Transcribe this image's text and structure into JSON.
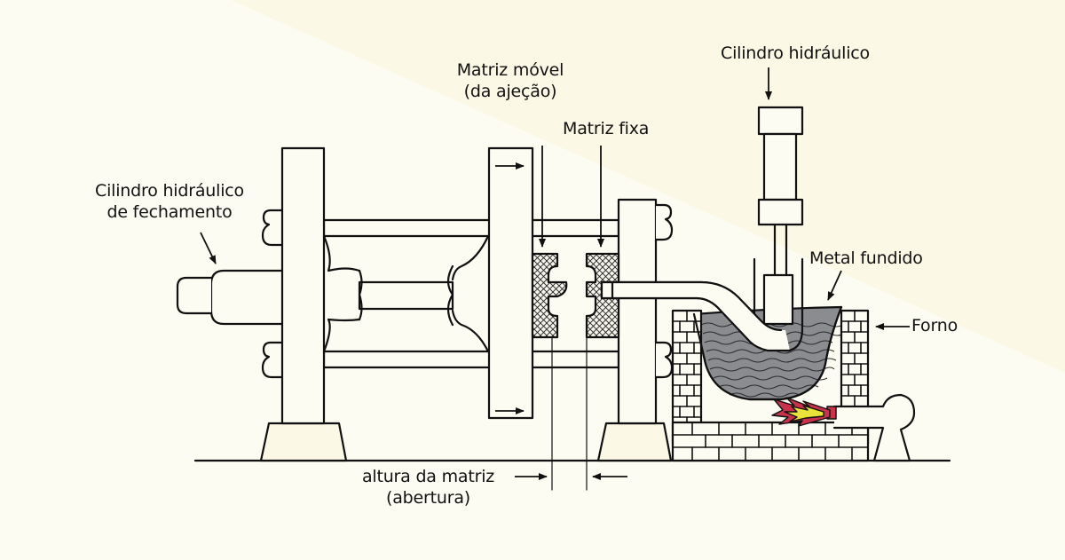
{
  "labels": {
    "clamp_cylinder_line1": "Cilindro hidráulico",
    "clamp_cylinder_line2": "de fechamento",
    "moving_die_line1": "Matriz móvel",
    "moving_die_line2": "(da ajeção)",
    "fixed_die": "Matriz fixa",
    "hydraulic_cylinder": "Cilindro hidráulico",
    "molten_metal": "Metal fundido",
    "furnace": "Forno",
    "die_height_line1": "altura da matriz",
    "die_height_line2": "(abertura)"
  },
  "colors": {
    "background": "#fbf8e6",
    "background_light": "#fdfcf3",
    "line": "#111111",
    "metal": "#8a8c90",
    "flame_red": "#c8324a",
    "flame_yellow": "#e8e23a"
  }
}
